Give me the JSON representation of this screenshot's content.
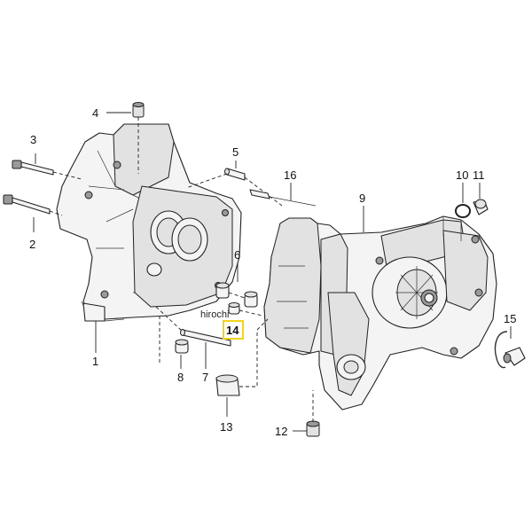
{
  "diagram": {
    "labels": {
      "p1": "1",
      "p2": "2",
      "p3": "3",
      "p4": "4",
      "p5": "5",
      "p6": "6",
      "p7": "7",
      "p8": "8",
      "p9": "9",
      "p10": "10",
      "p11": "11",
      "p12": "12",
      "p13": "13",
      "p14": "14",
      "p15": "15",
      "p16": "16"
    },
    "watermark": "hirochi",
    "highlight_color": "#f2d31b"
  }
}
